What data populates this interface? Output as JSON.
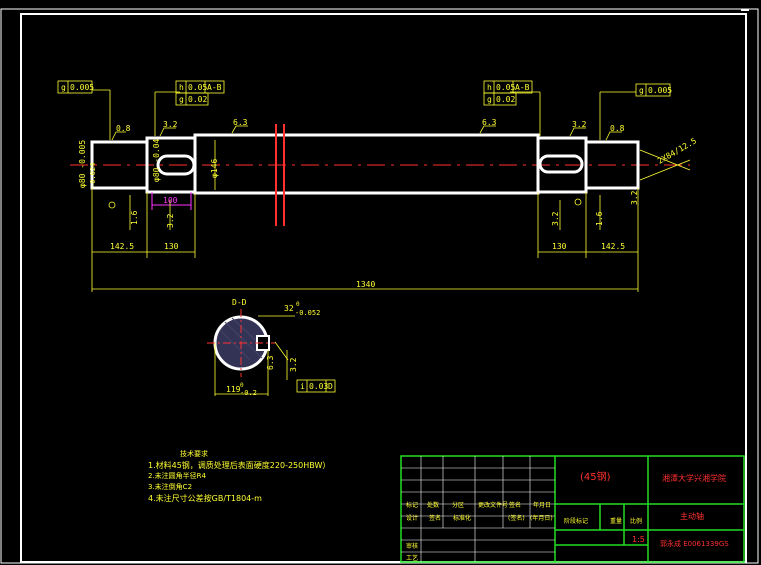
{
  "colors": {
    "background": "#000000",
    "outline": "#ffffff",
    "dimension": "#ffff33",
    "centerline": "#ff3030",
    "border": "#ffffff",
    "titleblock": "#22dd22",
    "magenta": "#ff33ff"
  },
  "tolerance": {
    "left_flatness": "0.005",
    "right_flatness": "0.005",
    "left_runout_1": "0.05",
    "left_runout_2": "0.02",
    "left_datum": "A-B",
    "right_runout_1": "0.05",
    "right_runout_2": "0.02",
    "right_datum": "A-B",
    "section_sym": "0.03",
    "section_datum": "D"
  },
  "symbols": {
    "flat": "g",
    "runout": "h",
    "sym": "i"
  },
  "roughness": {
    "r1": "0.8",
    "r2": "3.2",
    "r3": "6.3",
    "r4": "6.3",
    "r5": "3.2",
    "r6": "0.8"
  },
  "dims": {
    "d_left_end": "φ80 -0.005",
    "d_left_end_tol": "-0.024",
    "d_journal": "φ80 -0.04",
    "d_mid": "φ146",
    "keyway_len": "100",
    "len_left_end": "142.5",
    "len_left_jour": "130",
    "len_right_jour": "130",
    "len_right_end": "142.5",
    "total_len": "1340",
    "chamfer": "2X84/12.5",
    "vert_a": "1.6",
    "vert_b": "3.2",
    "vert_c": "3.2",
    "vert_d": "1.6",
    "vert_e": "3.2"
  },
  "section": {
    "title": "D-D",
    "width": "32",
    "width_tol": "0",
    "width_tol2": "-0.052",
    "depth": "119",
    "depth_tol": "0",
    "depth_tol2": "-0.2",
    "rough_a": "6.3",
    "rough_b": "3.2"
  },
  "notes": {
    "title": "技术要求",
    "n1": "1.材料45钢，调质处理后表面硬度220-250HBW）",
    "n2": "2.未注圆角半径R4",
    "n3": "3.未注倒角C2",
    "n4": "4.未注尺寸公差按GB/T1804-m"
  },
  "titleblock": {
    "material": "(45钢)",
    "school": "湘潭大学兴湘学院",
    "part_name": "主动轴",
    "scale": "1:5",
    "drawing_no": "郭永成 E0061339GS",
    "row_labels": [
      "标记",
      "处数",
      "分区",
      "更改文件号",
      "签名",
      "年月日"
    ],
    "row2_labels": [
      "设计",
      "签名",
      "标准化",
      "(签名)",
      "(年月日)"
    ],
    "stage_label": "阶段标记",
    "weight_label": "重量",
    "ratio_label": "比例",
    "row_review": "审核",
    "row_process": "工艺"
  }
}
